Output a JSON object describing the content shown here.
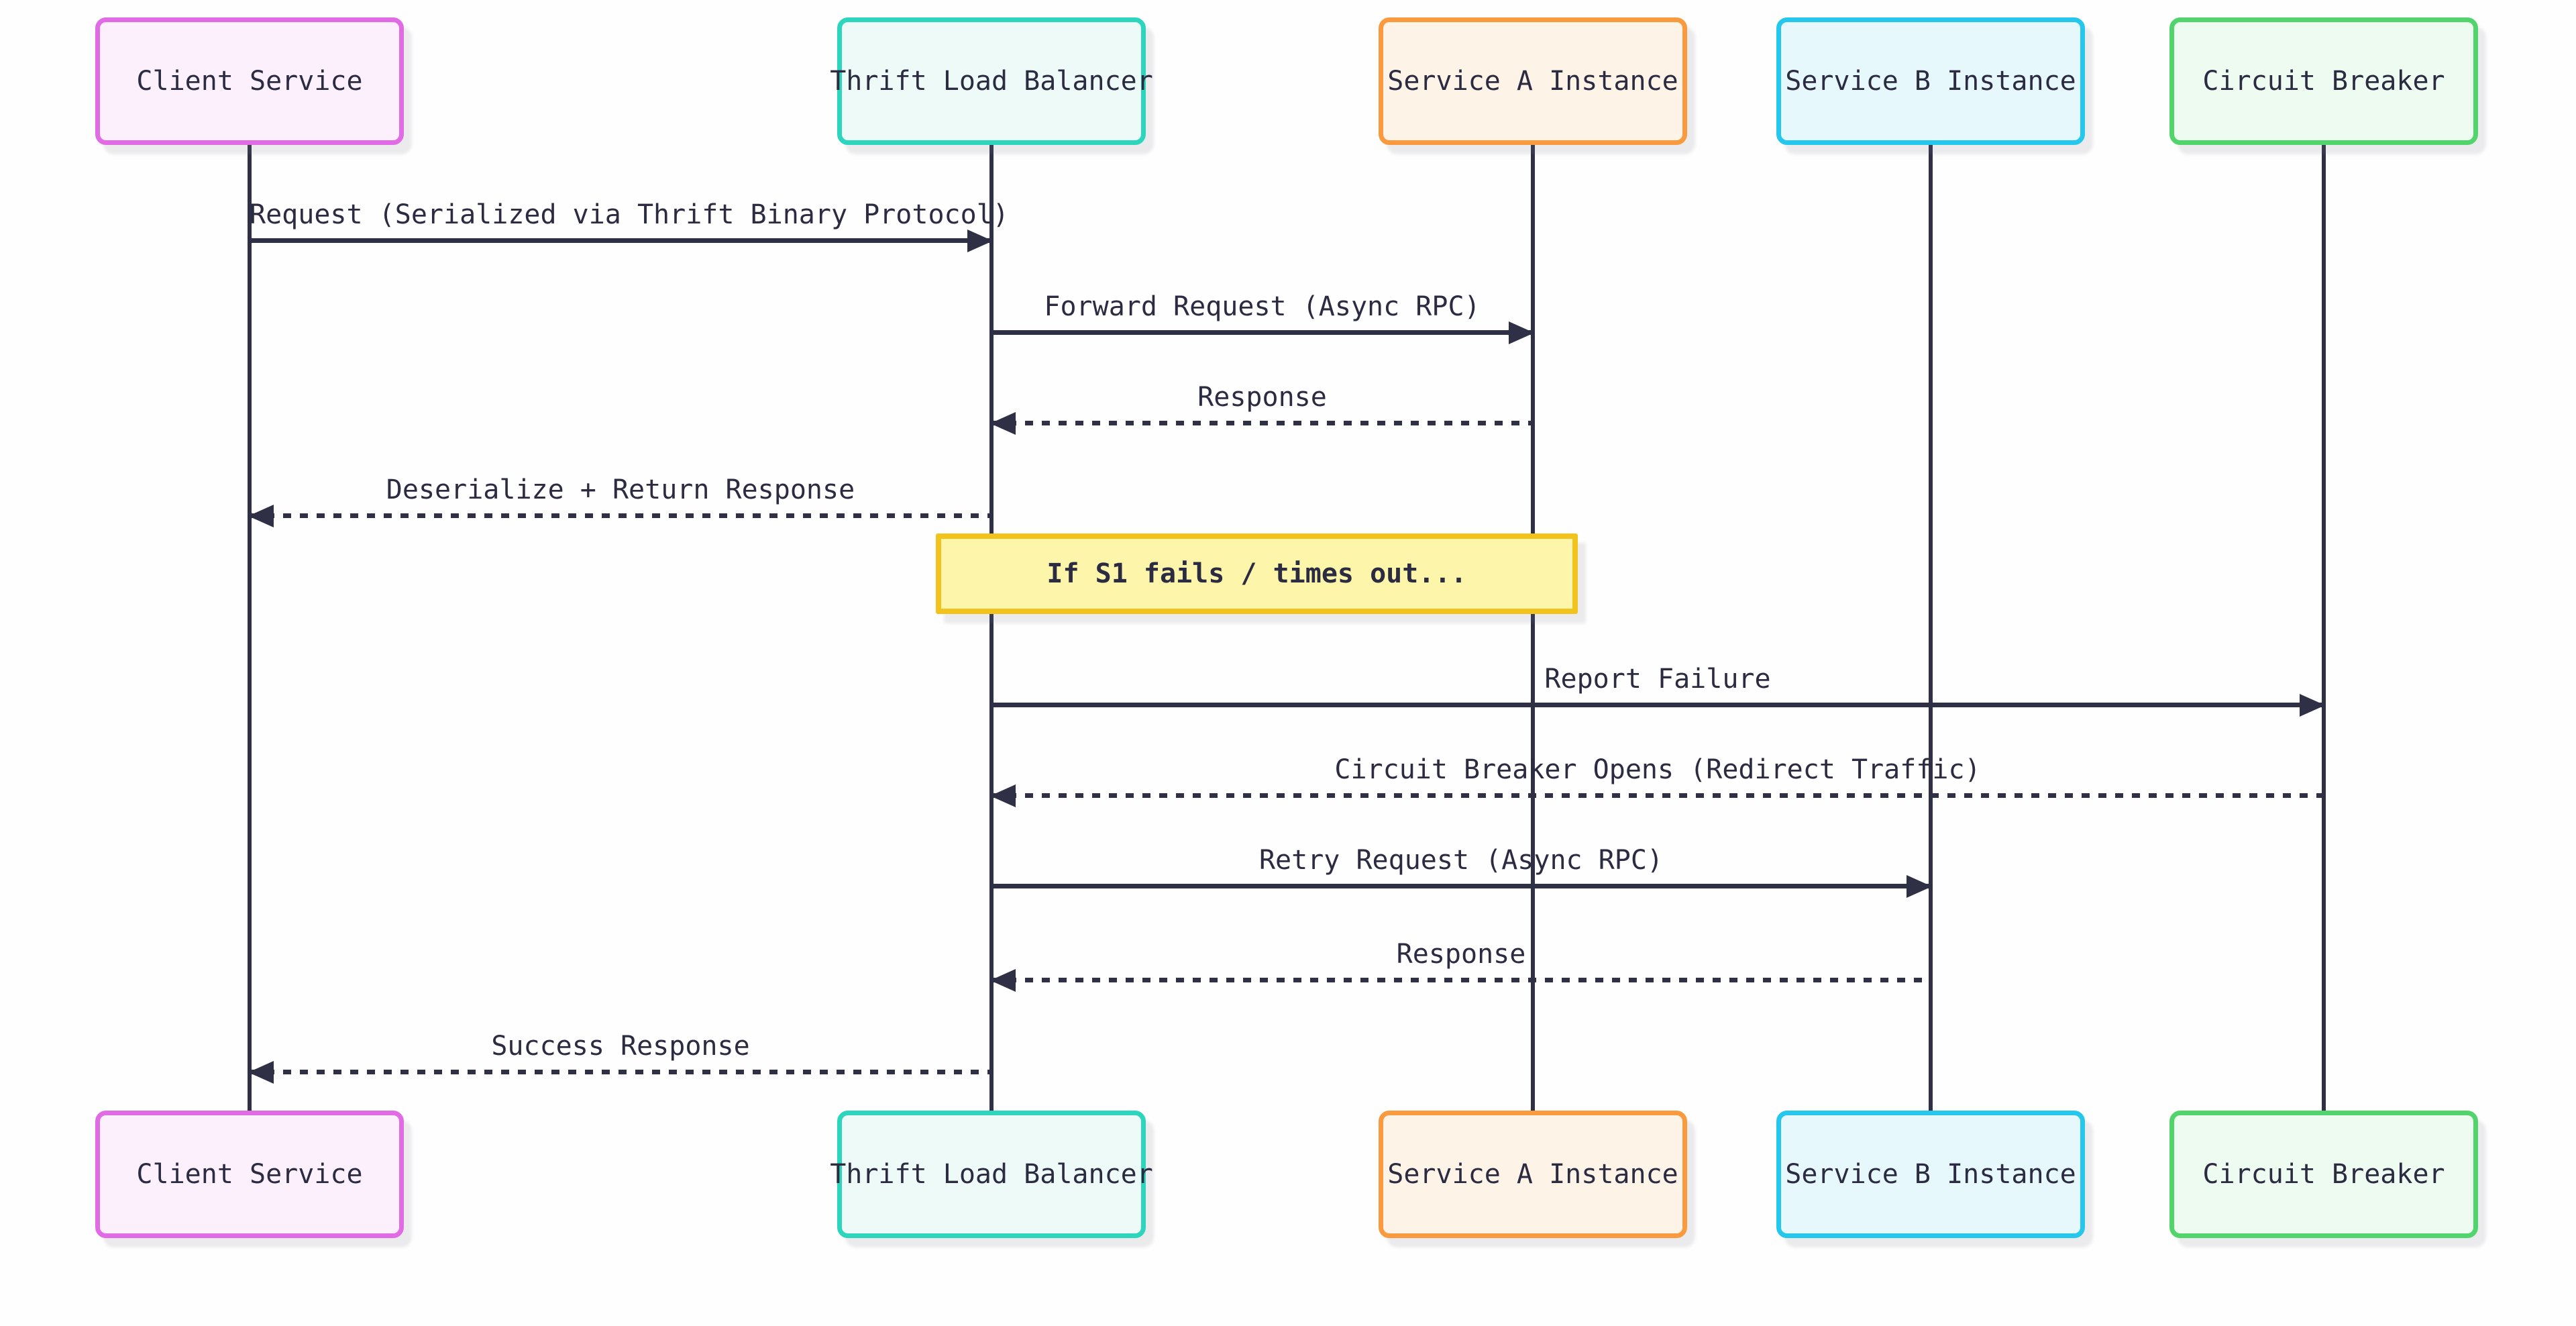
{
  "diagram": {
    "type": "sequence-diagram",
    "background_color": "#fefefe",
    "line_color": "#2f2f46",
    "text_color": "#2b2b42",
    "actors": [
      {
        "name": "Client Service",
        "border_color": "#e16be4",
        "fill_color": "#fdf0fd"
      },
      {
        "name": "Thrift Load Balancer",
        "border_color": "#2cd5bc",
        "fill_color": "#eefaf8"
      },
      {
        "name": "Service A Instance",
        "border_color": "#f89a3d",
        "fill_color": "#fef3e7"
      },
      {
        "name": "Service B Instance",
        "border_color": "#25c7ec",
        "fill_color": "#e7f8fd"
      },
      {
        "name": "Circuit Breaker",
        "border_color": "#52d46c",
        "fill_color": "#edfbf0"
      }
    ],
    "messages": [
      {
        "from": "Client Service",
        "to": "Thrift Load Balancer",
        "label": "Request (Serialized via Thrift Binary Protocol)",
        "line": "solid",
        "arrow": "right"
      },
      {
        "from": "Thrift Load Balancer",
        "to": "Service A Instance",
        "label": "Forward Request (Async RPC)",
        "line": "solid",
        "arrow": "right"
      },
      {
        "from": "Service A Instance",
        "to": "Thrift Load Balancer",
        "label": "Response",
        "line": "dotted",
        "arrow": "left"
      },
      {
        "from": "Thrift Load Balancer",
        "to": "Client Service",
        "label": "Deserialize + Return Response",
        "line": "dotted",
        "arrow": "left"
      },
      {
        "from": "Thrift Load Balancer",
        "to": "Circuit Breaker",
        "label": "Report Failure",
        "line": "solid",
        "arrow": "right"
      },
      {
        "from": "Circuit Breaker",
        "to": "Thrift Load Balancer",
        "label": "Circuit Breaker Opens (Redirect Traffic)",
        "line": "dotted",
        "arrow": "left"
      },
      {
        "from": "Thrift Load Balancer",
        "to": "Service B Instance",
        "label": "Retry Request (Async RPC)",
        "line": "solid",
        "arrow": "right"
      },
      {
        "from": "Service B Instance",
        "to": "Thrift Load Balancer",
        "label": "Response",
        "line": "dotted",
        "arrow": "left"
      },
      {
        "from": "Thrift Load Balancer",
        "to": "Client Service",
        "label": "Success Response",
        "line": "dotted",
        "arrow": "left"
      }
    ],
    "note": {
      "label": "If S1 fails / times out...",
      "over": [
        "Thrift Load Balancer",
        "Service A Instance"
      ],
      "fill_color": "#fdf5a9",
      "border_color": "#f2c21d"
    }
  }
}
